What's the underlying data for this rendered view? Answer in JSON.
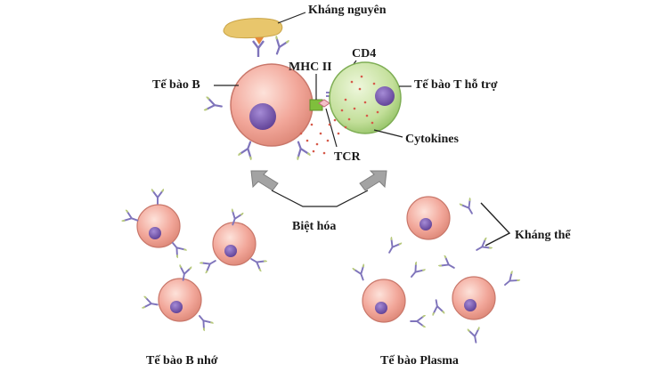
{
  "labels": {
    "antigen": "Kháng nguyên",
    "b_cell": "Tế bào B",
    "mhc2": "MHC II",
    "cd4": "CD4",
    "helper_t": "Tế bào T hỗ trợ",
    "cytokines": "Cytokines",
    "tcr": "TCR",
    "differentiation": "Biệt hóa",
    "antibody": "Kháng thể",
    "memory_b": "Tế bào B nhớ",
    "plasma": "Tế bào Plasma"
  },
  "colors": {
    "b_cell_fill": "#f2a79a",
    "b_cell_stroke": "#c9776a",
    "nucleus": "#7b5bb0",
    "t_cell_fill": "#b9d98e",
    "t_cell_stroke": "#7fae55",
    "antigen": "#e9c46a",
    "antibody": "#8a7fc2",
    "arrow": "#9a9a9a"
  }
}
